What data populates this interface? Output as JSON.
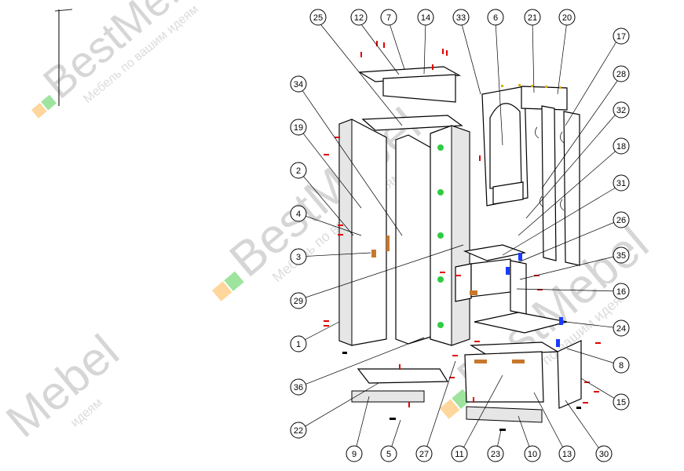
{
  "watermark": {
    "brand": "BestMebel",
    "brand_short": "Mebel",
    "tagline": "Мебель по вашим идеям",
    "tagline_short": "идеям",
    "colors": [
      "#ffcf8a",
      "#8ee08e",
      "#d9d9d9"
    ]
  },
  "callouts": [
    "25",
    "12",
    "7",
    "14",
    "33",
    "6",
    "21",
    "20",
    "17",
    "34",
    "28",
    "32",
    "19",
    "18",
    "2",
    "31",
    "4",
    "26",
    "3",
    "35",
    "29",
    "16",
    "24",
    "1",
    "8",
    "36",
    "15",
    "22",
    "9",
    "5",
    "27",
    "11",
    "23",
    "10",
    "13",
    "30"
  ],
  "accent_colors": {
    "screw": "#e00000",
    "hinge": "#1a3cff",
    "connector": "#2ecc40",
    "handle": "#c8762a",
    "tape": "#d9b000"
  }
}
